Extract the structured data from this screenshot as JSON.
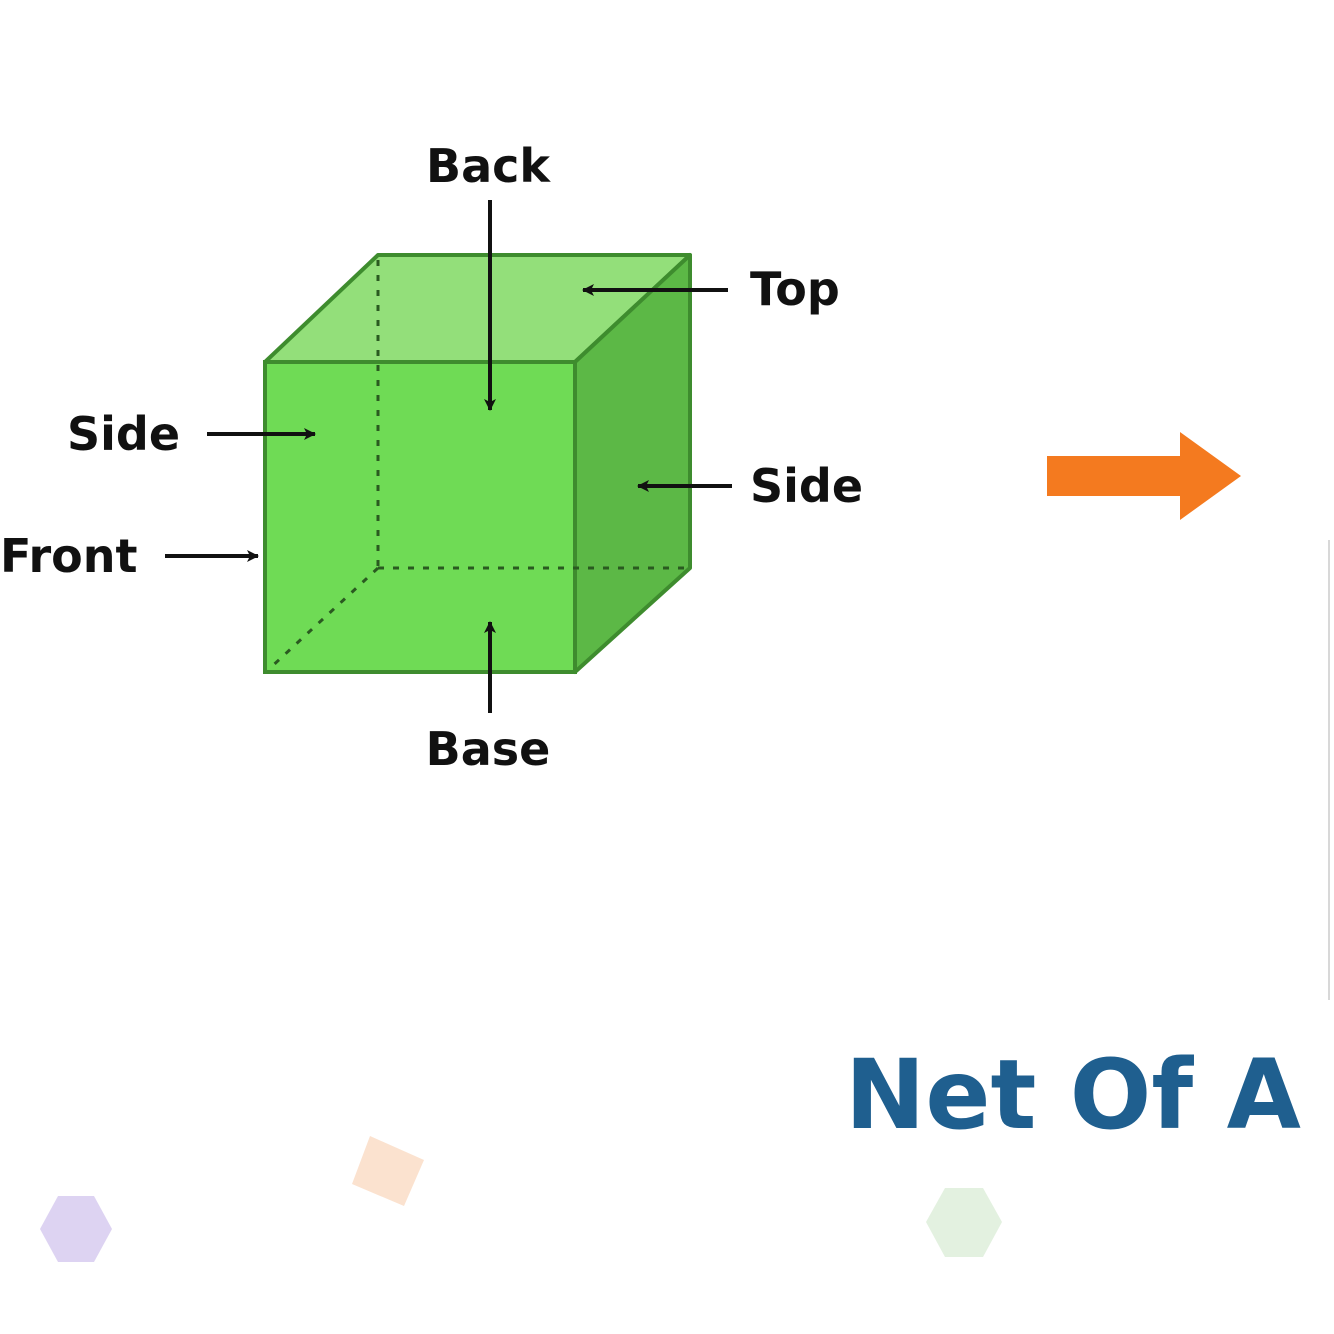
{
  "labels": {
    "back": "Back",
    "top": "Top",
    "side_left": "Side",
    "side_right": "Side",
    "front": "Front",
    "base": "Base"
  },
  "title": "Net Of A C",
  "colors": {
    "front_face": "#6fdb55",
    "top_face": "#93df7a",
    "side_face": "#5cb846",
    "edge": "#3e8c2e",
    "arrow_orange": "#f47a1f",
    "title": "#1f5f8f",
    "hexagon_purple": "#ddd3f2",
    "square_peach": "#fbe2cf",
    "hexagon_green": "#e3f1e0"
  },
  "decorations": [
    "hexagon",
    "square",
    "hexagon"
  ]
}
